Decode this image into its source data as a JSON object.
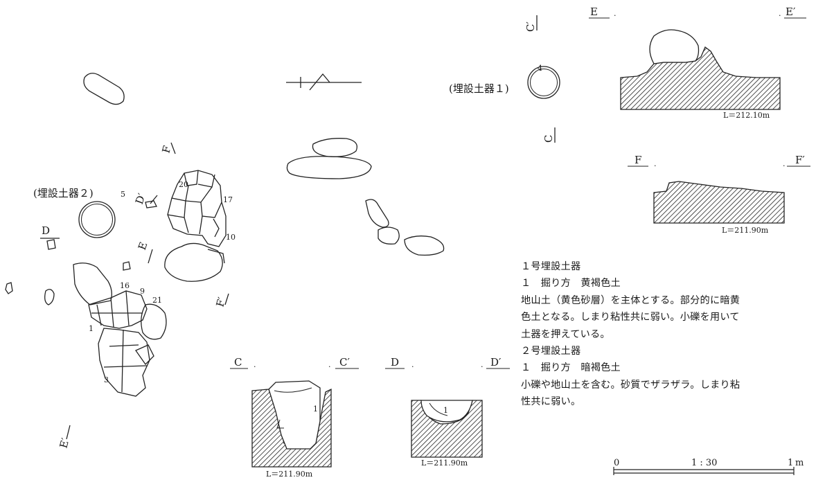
{
  "labels": {
    "c": "C",
    "c_prime": "C′",
    "d": "D",
    "d_prime": "D′",
    "e": "E",
    "e_prime": "E′",
    "f": "F",
    "f_prime": "F′",
    "pot1": "(埋設土器１)",
    "pot2": "(埋設土器２)",
    "num_1": "1",
    "num_3": "3",
    "num_4": "4",
    "num_5": "5",
    "num_9": "9",
    "num_10": "10",
    "num_16": "16",
    "num_17": "17",
    "num_20": "20",
    "num_21": "21",
    "section_c_layer": "1",
    "section_d_layer": "1"
  },
  "levels": {
    "e": "L＝212.10m",
    "f": "L＝211.90m",
    "c": "L＝211.90m",
    "d": "L＝211.90m"
  },
  "notes": [
    "１号埋設土器",
    "１　掘り方　黄褐色土",
    "地山土（黄色砂層）を主体とする。部分的に暗黄",
    "色土となる。しまり粘性共に弱い。小礫を用いて",
    "土器を押えている。",
    "２号埋設土器",
    "１　掘り方　暗褐色土",
    "小礫や地山土を含む。砂質でザラザラ。しまり粘",
    "性共に弱い。"
  ],
  "scale": {
    "start": "0",
    "ratio": "1 : 30",
    "end": "1",
    "unit": "m"
  }
}
